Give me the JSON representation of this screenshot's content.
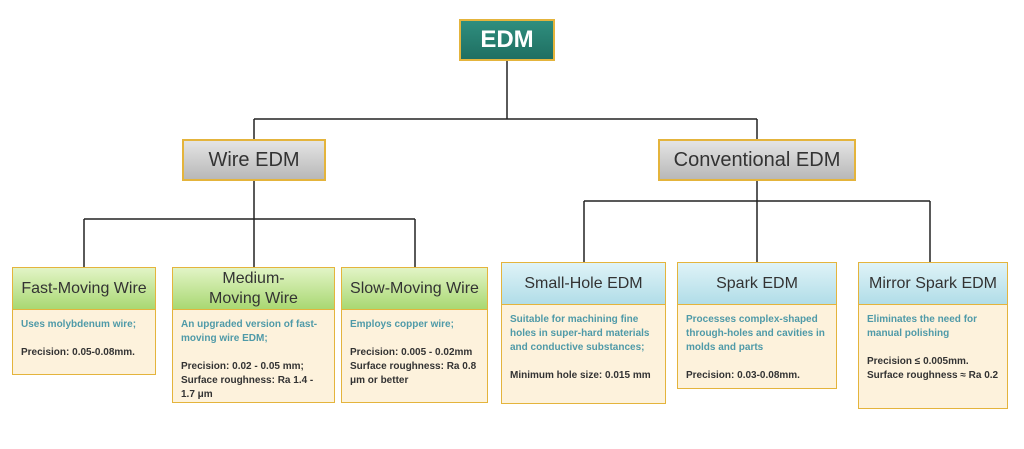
{
  "root": {
    "label": "EDM"
  },
  "categories": [
    {
      "label": "Wire EDM"
    },
    {
      "label": "Conventional EDM"
    }
  ],
  "cards": [
    {
      "title": "Fast-Moving Wire",
      "desc": "Uses molybdenum wire;",
      "spec": "Precision: 0.05-0.08mm."
    },
    {
      "title": "Medium-Moving Wire",
      "desc": "An upgraded version of fast-moving wire EDM;",
      "spec": "Precision: 0.02 - 0.05 mm; Surface roughness: Ra 1.4 - 1.7 μm"
    },
    {
      "title": "Slow-Moving Wire",
      "desc": "Employs copper wire;",
      "spec": "Precision: 0.005 - 0.02mm Surface roughness: Ra 0.8 μm or better"
    },
    {
      "title": "Small-Hole EDM",
      "desc": "Suitable for machining fine holes in super-hard materials and conductive substances;",
      "spec": "Minimum hole size: 0.015 mm"
    },
    {
      "title": "Spark EDM",
      "desc": "Processes complex-shaped through-holes and cavities in molds and parts",
      "spec": "Precision: 0.03-0.08mm."
    },
    {
      "title": "Mirror Spark EDM",
      "desc": "Eliminates the need for manual polishing",
      "spec": "Precision ≤ 0.005mm. Surface roughness ≈ Ra 0.2"
    }
  ],
  "colors": {
    "root": "#1f6f62",
    "border": "#e4b43c",
    "desc_text": "#4f9aa8",
    "card_bg": "#fdf2dc"
  }
}
